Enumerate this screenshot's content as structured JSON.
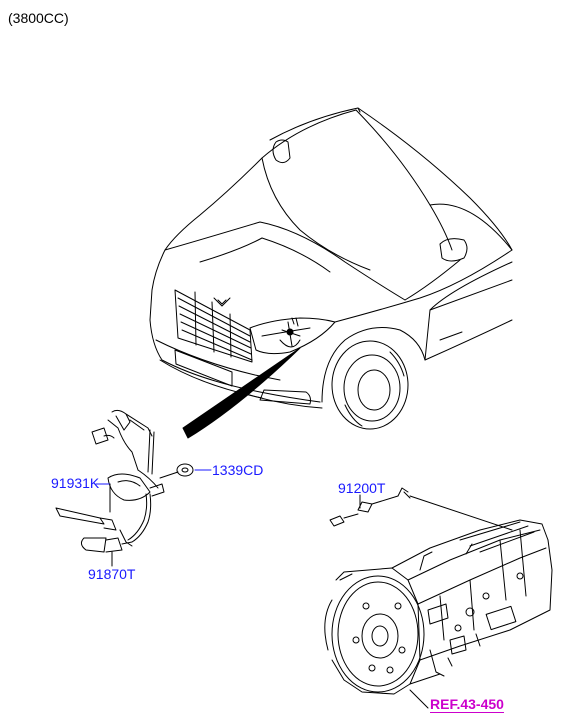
{
  "header": {
    "engine_label": "(3800CC)"
  },
  "colors": {
    "callout": "#1a1aff",
    "reference": "#cc00cc",
    "line": "#000000"
  },
  "callouts": {
    "p1": "1339CD",
    "p2": "91931K",
    "p3": "91870T",
    "p4": "91200T"
  },
  "reference": {
    "label": "REF.43-450"
  }
}
